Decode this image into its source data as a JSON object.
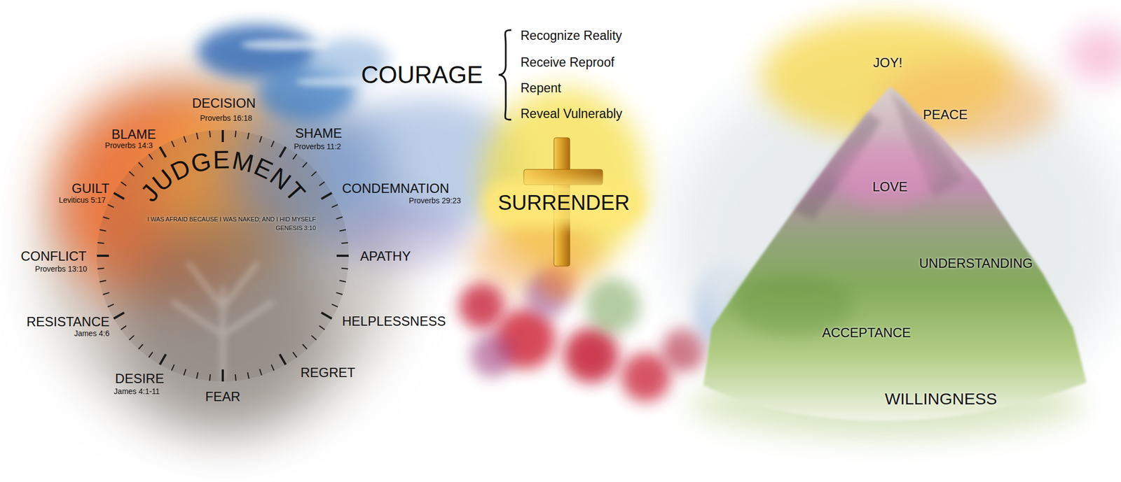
{
  "diagram": {
    "nodes": [
      {
        "text": [
          "JUDGEMENT",
          "I WAS AFRAID BECAUSE I WAS NAKED; AND I HID MYSELF",
          "GENESIS 3:10"
        ]
      },
      {
        "text": [
          "SURRENDER"
        ]
      },
      {
        "text": [
          "JOY!",
          "PEACE",
          "LOVE",
          "UNDERSTANDING",
          "ACCEPTANCE",
          "WILLINGNESS"
        ]
      }
    ],
    "labels": [
      "DECISION",
      "Proverbs 16:18",
      "SHAME",
      "Proverbs 11:2",
      "CONDEMNATION",
      "Proverbs 29:23",
      "APATHY",
      "HELPLESSNESS",
      "REGRET",
      "FEAR",
      "DESIRE",
      "James 4:1-11",
      "RESISTANCE",
      "James 4:6",
      "CONFLICT",
      "Proverbs 13:10",
      "GUILT",
      "Leviticus 5:17",
      "BLAME",
      "Proverbs 14:3",
      "COURAGE",
      "Recognize Reality",
      "Receive Reproof",
      "Repent",
      "Reveal Vulnerably"
    ]
  }
}
